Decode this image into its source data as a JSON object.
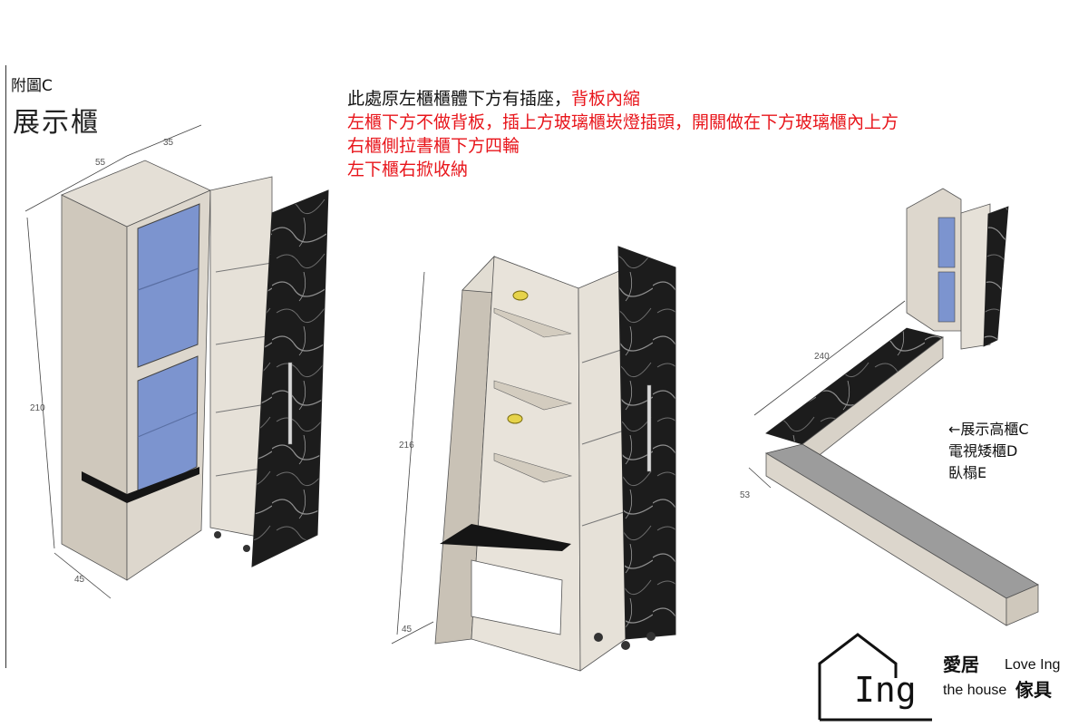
{
  "figure": {
    "label": "附圖C",
    "title": "展示櫃"
  },
  "notes": {
    "line1_black": "此處原左櫃櫃體下方有插座，",
    "line1_red": "背板內縮",
    "line2": "左櫃下方不做背板，插上方玻璃櫃崁燈插頭，開關做在下方玻璃櫃內上方",
    "line3": "右櫃側拉書櫃下方四輪",
    "line4": "左下櫃右掀收納"
  },
  "dimensions": {
    "left_width_a": "55",
    "left_width_b": "35",
    "left_height": "210",
    "left_depth": "45",
    "mid_height": "216",
    "mid_depth": "45",
    "plan_length": "240",
    "plan_depth": "53"
  },
  "legend": {
    "item_c": "←展示高櫃C",
    "item_d": "電視矮櫃D",
    "item_e": "臥榻E"
  },
  "logo": {
    "ing": "Ing",
    "love": "Love Ing",
    "house": "the house",
    "zh_top": "愛居",
    "zh_bottom": "傢具"
  },
  "colors": {
    "glass": "#7c94cf",
    "wood": "#dcd6cc",
    "marble": "#1b1b1b",
    "red_text": "#e8151b"
  }
}
